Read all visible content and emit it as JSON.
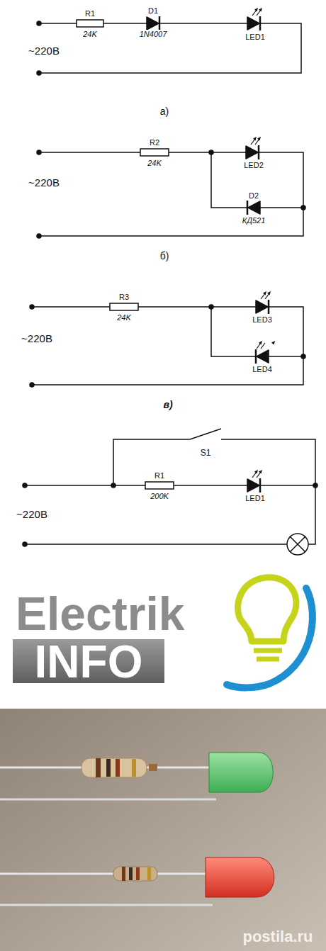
{
  "diagram": {
    "labels": [
      "~220В",
      "R1",
      "24K",
      "D1",
      "1N4007",
      "LED1",
      "а)",
      "~220В",
      "R2",
      "24K",
      "LED2",
      "D2",
      "КД521",
      "б)",
      "~220В",
      "R3",
      "24K",
      "LED3",
      "LED4",
      "в)",
      "S1",
      "R1",
      "200K",
      "LED1",
      "~220В",
      "Electrik",
      "INFO",
      "postila.ru"
    ]
  }
}
